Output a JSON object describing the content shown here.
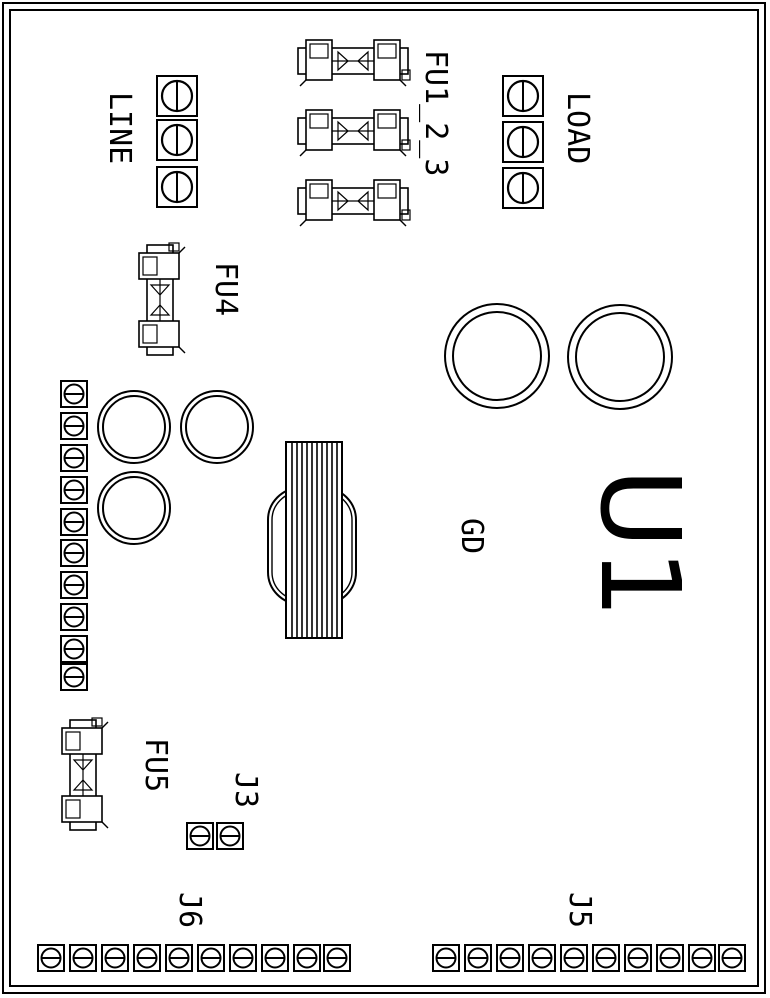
{
  "labels": {
    "line": "LINE",
    "load": "LOAD",
    "fu123": "FU1_2_3",
    "fu4": "FU4",
    "fu5": "FU5",
    "u1": "U1",
    "gd": "GD",
    "j3": "J3",
    "j5": "J5",
    "j6": "J6"
  },
  "colors": {
    "ink": "#000000",
    "paper": "#ffffff"
  },
  "components": {
    "line_terminals": 3,
    "load_terminals": 3,
    "left_header_pins": 10,
    "j3_pins": 2,
    "j5_pins": 10,
    "j6_pins": 10
  }
}
